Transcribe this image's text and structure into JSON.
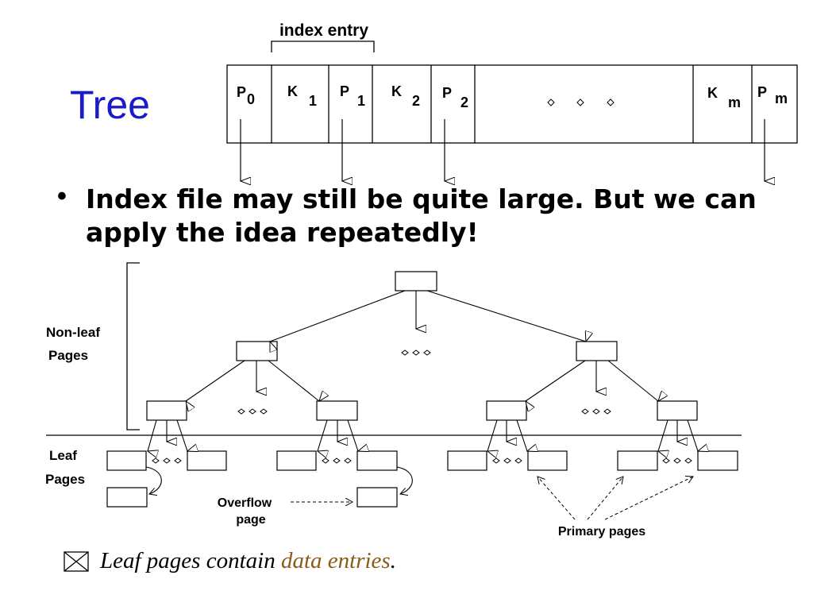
{
  "slide": {
    "title": "Tree",
    "bullet": "Index file may still be quite large.  But we can apply the idea repeatedly!"
  },
  "index_entry": {
    "label": "index entry",
    "cells": [
      {
        "main": "P",
        "sub": "0"
      },
      {
        "main": "K",
        "sub": "1"
      },
      {
        "main": "P",
        "sub": "1"
      },
      {
        "main": "K",
        "sub": "2"
      },
      {
        "main": "P",
        "sub": "2"
      },
      {
        "main": "K",
        "sub": "m"
      },
      {
        "main": "P",
        "sub": "m"
      }
    ]
  },
  "tree": {
    "nonleaf_label_line1": "Non-leaf",
    "nonleaf_label_line2": "Pages",
    "leaf_label_line1": "Leaf",
    "leaf_label_line2": "Pages",
    "overflow_label_line1": "Overflow",
    "overflow_label_line2": "page",
    "primary_label": "Primary pages"
  },
  "footer": {
    "text_before": "Leaf pages contain ",
    "highlight": "data entries",
    "text_after": ".",
    "icon": "envelope-x-icon",
    "highlight_color": "#8b5a17"
  }
}
